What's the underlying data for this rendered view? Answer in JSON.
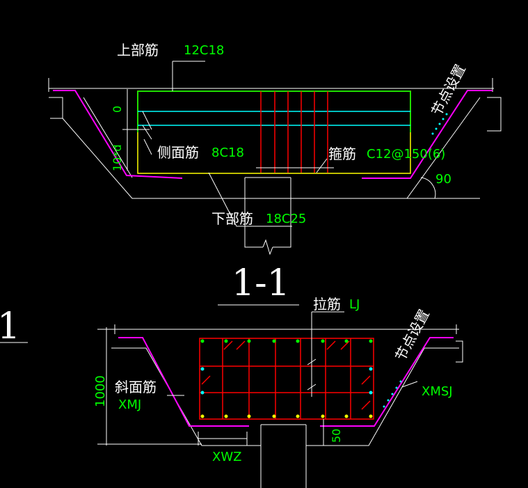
{
  "colors": {
    "background": "#000000",
    "white": "#ffffff",
    "magenta": "#ff00ff",
    "red": "#ff0000",
    "green": "#00ff00",
    "cyan": "#00ffff",
    "yellow": "#ffff00"
  },
  "top_section": {
    "top_bar_label": "上部筋",
    "top_bar_value": "12C18",
    "side_bar_label": "侧面筋",
    "side_bar_value": "8C18",
    "stirrup_label": "箍筋",
    "stirrup_value": "C12@150(6)",
    "bottom_bar_label": "下部筋",
    "bottom_bar_value": "18C25",
    "node_setting_label": "节点设置",
    "dim_zero": "0",
    "dim_10d": "10*d",
    "angle_value": "90"
  },
  "section_title": "1-1",
  "left_edge_mark": "1",
  "bottom_section": {
    "tie_bar_label": "拉筋",
    "tie_bar_value": "LJ",
    "node_setting_label": "节点设置",
    "slope_bar_label": "斜面筋",
    "slope_bar_value": "XMJ",
    "slope_stirrup_value": "XMSJ",
    "dim_1000": "1000",
    "dim_xwz": "XWZ",
    "dim_50": "50"
  }
}
